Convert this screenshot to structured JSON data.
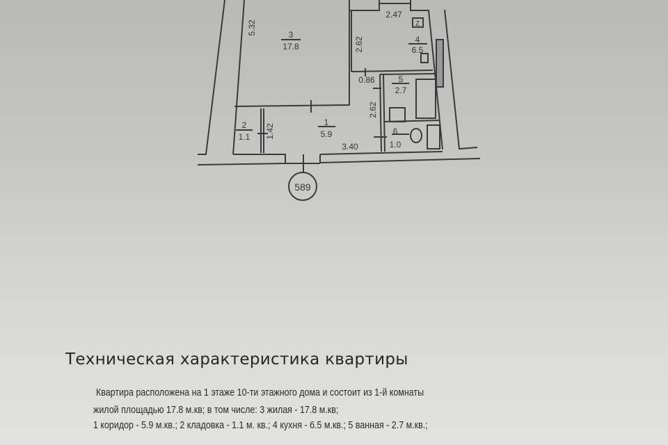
{
  "floor_plan": {
    "rooms": [
      {
        "number": "1",
        "area": "5.9"
      },
      {
        "number": "2",
        "area": "1.1"
      },
      {
        "number": "3",
        "area": "17.8"
      },
      {
        "number": "4",
        "area": "6.5"
      },
      {
        "number": "5",
        "area": "2.7"
      },
      {
        "number": "6",
        "area": "1.0"
      }
    ],
    "dimensions": [
      "5.32",
      "2.62",
      "2.47",
      "0.86",
      "2.62",
      "1.42",
      "3.40"
    ],
    "axis_marker": "589",
    "stove_label": "Z"
  },
  "section": {
    "title": "Техническая характеристика квартиры",
    "lines": [
      "Квартира расположена на 1  этаже  10-ти  этажного дома и состоит  из 1-й комнаты",
      "жилой площадью  17.8 м.кв; в том числе:  3 жилая -  17.8 м.кв;",
      "1 коридор - 5.9 м.кв.; 2 кладовка - 1.1 м. кв.; 4 кухня - 6.5 м.кв.; 5 ванная - 2.7 м.кв.;"
    ]
  }
}
